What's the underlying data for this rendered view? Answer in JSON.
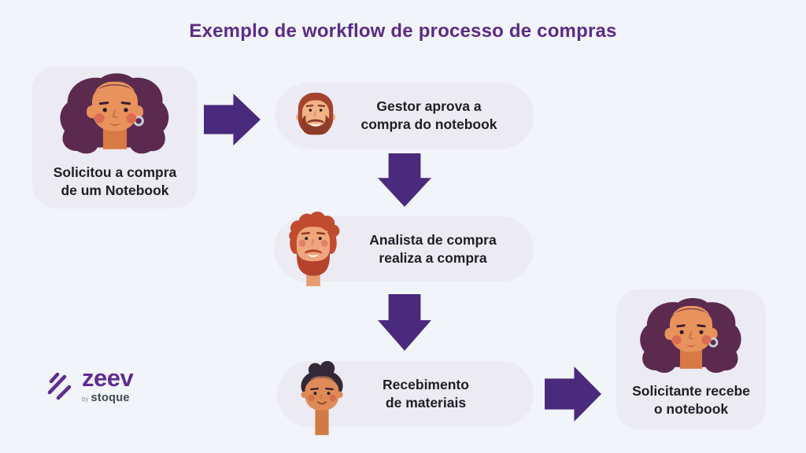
{
  "title": "Exemplo de workflow de processo de compras",
  "steps": [
    {
      "id": "solicitou",
      "avatar": "woman-long-purple-hair-avatar",
      "lines": [
        "Solicitou a compra",
        "de um Notebook"
      ]
    },
    {
      "id": "gestor",
      "avatar": "bearded-manager-avatar",
      "lines": [
        "Gestor aprova a",
        "compra do notebook"
      ]
    },
    {
      "id": "analista",
      "avatar": "curly-red-hair-analyst-avatar",
      "lines": [
        "Analista de compra",
        "realiza a compra"
      ]
    },
    {
      "id": "recebimento",
      "avatar": "bun-hair-woman-avatar",
      "lines": [
        "Recebimento",
        "de materiais"
      ]
    },
    {
      "id": "solicitante",
      "avatar": "woman-long-purple-hair-avatar",
      "lines": [
        "Solicitante recebe",
        "o notebook"
      ]
    }
  ],
  "flow_arrows": [
    "right",
    "down",
    "down",
    "right"
  ],
  "logo": {
    "brand": "zeev",
    "by": "by",
    "company": "stoque"
  },
  "colors": {
    "page_bg": "#F1F4F9",
    "card_bg": "#ECEBF4",
    "arrow_purple": "#4A2A7C",
    "title_purple": "#5B2B87",
    "text_dark": "#1E1E22",
    "zeev_purple": "#5E2D91",
    "stoque_slate": "#3E4A50"
  }
}
